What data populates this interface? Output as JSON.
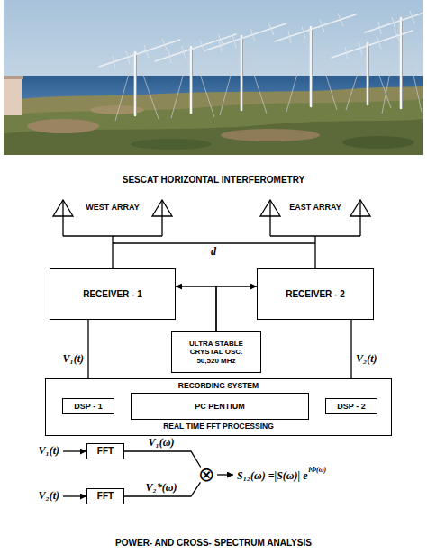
{
  "diagram": {
    "title": "SESCAT HORIZONTAL INTERFEROMETRY",
    "caption": "POWER- AND CROSS- SPECTRUM ANALYSIS",
    "nodes": [
      {
        "text": [
          "RECEIVER - 1"
        ]
      },
      {
        "text": [
          "RECEIVER - 2"
        ]
      },
      {
        "text": [
          "ULTRA STABLE CRYSTAL OSC.",
          "50,520 MHz"
        ]
      },
      {
        "text": [
          "RECORDING SYSTEM",
          "REAL TIME FFT PROCESSING"
        ]
      },
      {
        "text": [
          "DSP - 1"
        ],
        "in": 3
      },
      {
        "text": [
          "PC PENTIUM"
        ],
        "in": 3
      },
      {
        "text": [
          "DSP - 2"
        ],
        "in": 3
      },
      {
        "text": [
          "FFT"
        ]
      },
      {
        "text": [
          "FFT"
        ]
      },
      {
        "text": [
          "⊗"
        ]
      }
    ],
    "edges": [
      {
        "from": 2,
        "to": 0,
        "arrow": "to"
      },
      {
        "from": 2,
        "to": 1,
        "arrow": "to"
      },
      {
        "from": 0,
        "to": 4,
        "label": "V₁(t)",
        "arrow": "to"
      },
      {
        "from": 1,
        "to": 6,
        "label": "V₂(t)",
        "arrow": "to"
      },
      {
        "from": 4,
        "to": 5,
        "arrow": "both"
      },
      {
        "from": 5,
        "to": 6,
        "arrow": "both"
      },
      {
        "from": 7,
        "to": 9,
        "label": "V₁(ω)",
        "arrow": "none"
      },
      {
        "from": 8,
        "to": 9,
        "label": "V₂*(ω)",
        "arrow": "none"
      }
    ],
    "labels": [
      "WEST ARRAY",
      "EAST ARRAY",
      "d",
      "V₁(t)",
      "V₂(t)",
      "S₁₂(ω) =|S(ω)| e",
      "iΦ(ω)"
    ]
  }
}
